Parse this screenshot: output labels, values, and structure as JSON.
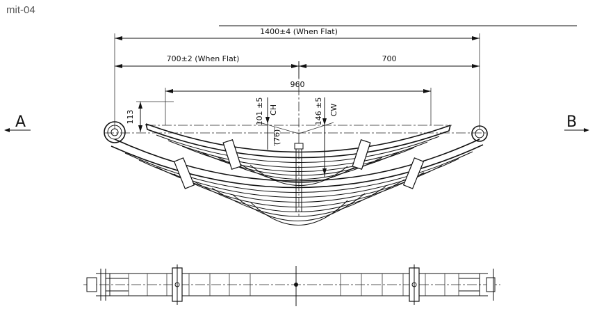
{
  "page_label": "mit-04",
  "drawing": {
    "dim_overall": "1400±4 (When Flat)",
    "dim_left_half": "700±2 (When Flat)",
    "dim_right_half": "700",
    "dim_top_leaf": "960",
    "dim_eye_height": "113",
    "dim_ch_value": "101 ±5",
    "dim_ch_label": "CH",
    "dim_cw_value": "146 ±5",
    "dim_cw_label": "CW",
    "dim_76": "(76)",
    "view_a": "A",
    "view_b": "B"
  }
}
